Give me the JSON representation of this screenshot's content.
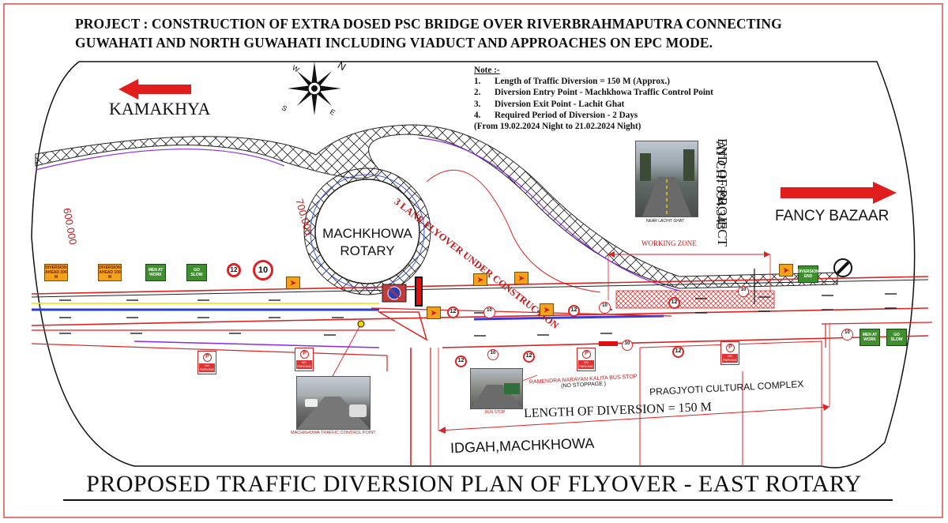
{
  "header": {
    "line1": "PROJECT : CONSTRUCTION OF EXTRA DOSED PSC BRIDGE OVER RIVERBRAHMAPUTRA CONNECTING",
    "line2": "GUWAHATI AND NORTH GUWAHATI INCLUDING VIADUCT AND APPROACHES ON EPC MODE."
  },
  "note": {
    "heading": "Note :-",
    "items": [
      {
        "num": "1.",
        "text": "Length of Traffic Diversion = 150 M (Approx.)"
      },
      {
        "num": "2.",
        "text": "Diversion Entry Point - Machkhowa Traffic Control Point"
      },
      {
        "num": "3.",
        "text": "Diversion Exit Point - Lachit Ghat"
      },
      {
        "num": "4.",
        "text": "Required Period of Diversion - 2 Days"
      }
    ],
    "period": "(From 19.02.2024 Night to 21.02.2024 Night)"
  },
  "places": {
    "kamakhya": "KAMAKHYA",
    "fancy_bazaar": "FANCY BAZAAR",
    "rotary_line1": "MACHKHOWA",
    "rotary_line2": "ROTARY",
    "idgah": "IDGAH,MACHKHOWA",
    "pragjyoti": "PRAGJYOTI CULTURAL COMPLEX"
  },
  "labels": {
    "flyover": "3 LANE FLYOVER UNDER CONSTRUCTION",
    "end_project_1": "END OF PROJECT",
    "end_project_2": "AT CH: 894.343",
    "ch_600": "600.000",
    "ch_700": "700.000",
    "working_zone": "WORKING ZONE",
    "length_diversion": "LENGTH OF DIVERSION = 150 M",
    "bus_stop_1": "RAMENDRA NARAYAN KALITA BUS STOP",
    "bus_stop_2": "(NO STOPPAGE )",
    "photo_lachit": "NEAR LACHIT GHAT",
    "photo_machkhowa": "MACHKHOWA TRAFFIC CONTROL POINT",
    "photo_busstop": "BUS STOP"
  },
  "compass": {
    "n": "N",
    "s": "S",
    "e": "E",
    "w": "W"
  },
  "signs": {
    "diversion_ahead_200": "DIVERSION AHEAD 200 M",
    "diversion_ahead_100": "DIVERSION AHEAD 100 M",
    "men_at_work": "MEN AT WORK",
    "go_slow": "GO SLOW",
    "no_parking": "NO PARKING",
    "speed_10": "10",
    "no_overtake": "12",
    "diversion_end": "DIVERSION END"
  },
  "footer": {
    "title": "PROPOSED TRAFFIC DIVERSION PLAN OF FLYOVER - EAST ROTARY"
  },
  "colors": {
    "arrow_red": "#e11d1d",
    "flyover_text": "#d41a1a",
    "border": "#e27a7a"
  }
}
